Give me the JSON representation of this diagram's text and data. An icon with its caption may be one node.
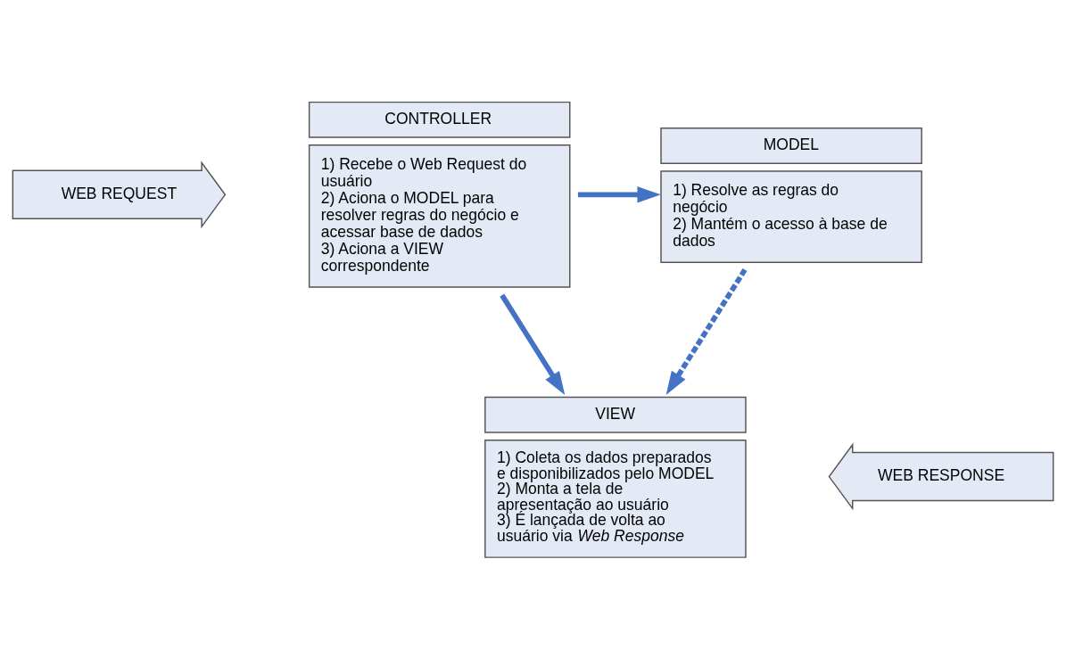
{
  "diagram": {
    "nodes": [
      {
        "text": [
          "WEB REQUEST"
        ]
      },
      {
        "text": [
          "CONTROLLER",
          "1) Recebe o Web Request do usuário 2) Aciona o MODEL para resolver regras do negócio e acessar base de dados 3) Aciona a VIEW correspondente"
        ]
      },
      {
        "text": [
          "MODEL",
          "1) Resolve as regras do negócio 2) Mantém o acesso à base de dados"
        ]
      },
      {
        "text": [
          "VIEW",
          "1) Coleta os dados preparados e disponibilizados pelo MODEL 2) Monta a tela de apresentação ao usuário 3) É lançada de volta ao usuário via *Web Response*"
        ]
      },
      {
        "text": [
          "WEB RESPONSE"
        ]
      }
    ],
    "edges": [
      {
        "from": 1,
        "to": 2,
        "arrow": "to"
      },
      {
        "from": 1,
        "to": 3,
        "arrow": "to"
      },
      {
        "from": 2,
        "to": 3,
        "arrow": "to",
        "style": "dashed"
      }
    ]
  }
}
